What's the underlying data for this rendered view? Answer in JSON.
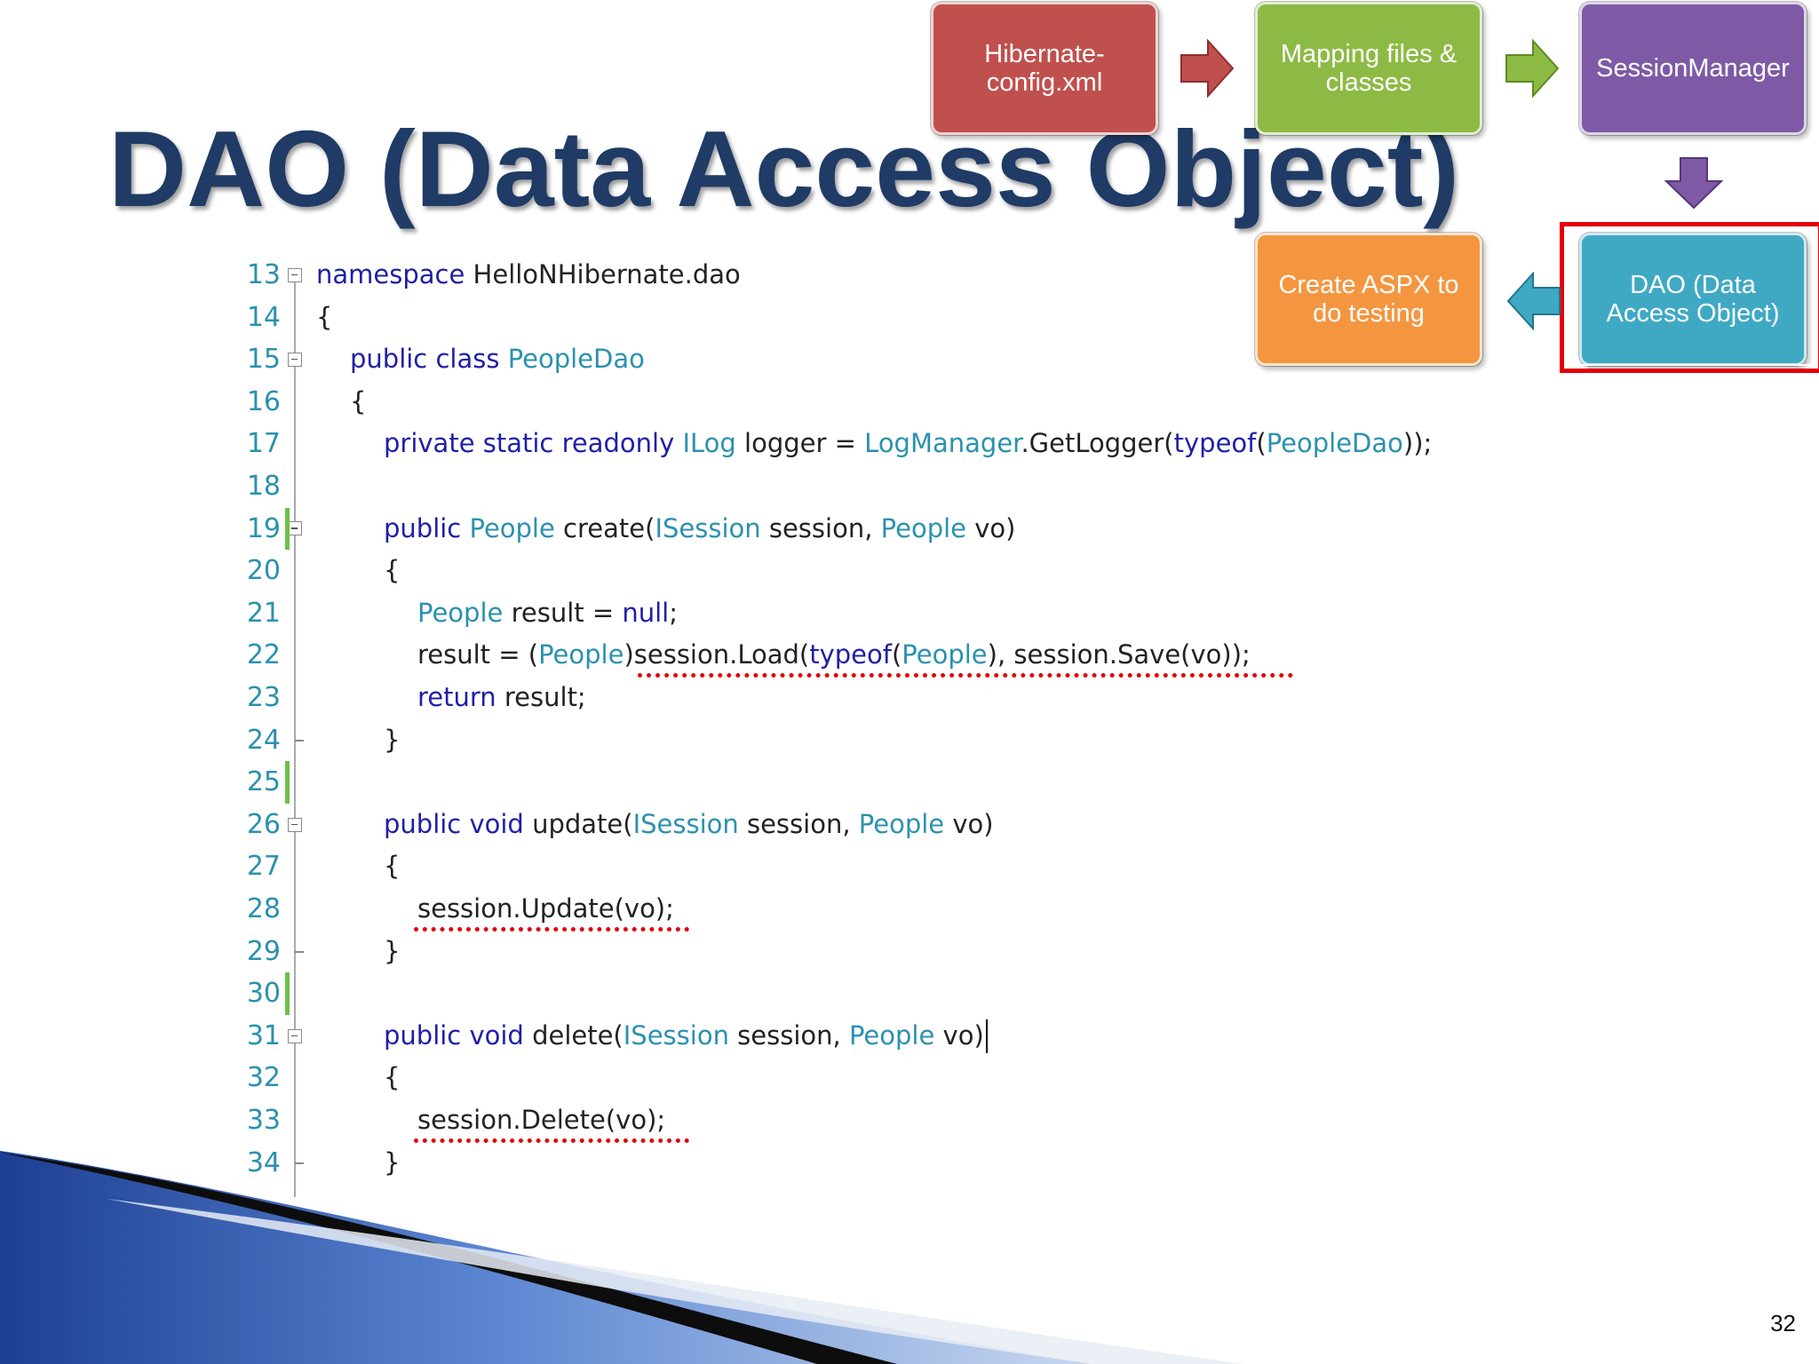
{
  "slide": {
    "title": "DAO (Data Access Object)",
    "page_number": "32"
  },
  "flow": {
    "boxes": [
      {
        "id": "hibernate",
        "label": "Hibernate-\nconfig.xml",
        "color": "#c0504d"
      },
      {
        "id": "mapping",
        "label": "Mapping files &\nclasses",
        "color": "#8dba45"
      },
      {
        "id": "session",
        "label": "SessionManager",
        "color": "#7e5aa6"
      },
      {
        "id": "dao",
        "label": "DAO (Data\nAccess Object)",
        "color": "#3fa9c4"
      },
      {
        "id": "aspx",
        "label": "Create ASPX to\ndo testing",
        "color": "#f49640"
      }
    ],
    "highlight_color": "#e3000b",
    "current_step": "dao"
  },
  "code": {
    "lines": [
      {
        "n": "13",
        "tokens": [
          [
            "kw",
            "namespace "
          ],
          [
            "pl",
            "HelloNHibernate.dao"
          ]
        ]
      },
      {
        "n": "14",
        "tokens": [
          [
            "pl",
            "{"
          ]
        ]
      },
      {
        "n": "15",
        "tokens": [
          [
            "kw",
            "public class "
          ],
          [
            "ty",
            "PeopleDao"
          ]
        ]
      },
      {
        "n": "16",
        "tokens": [
          [
            "pl",
            "{"
          ]
        ]
      },
      {
        "n": "17",
        "tokens": [
          [
            "kw",
            "private static readonly "
          ],
          [
            "ty",
            "ILog"
          ],
          [
            "pl",
            " logger = "
          ],
          [
            "ty",
            "LogManager"
          ],
          [
            "pl",
            ".GetLogger("
          ],
          [
            "kw",
            "typeof"
          ],
          [
            "pl",
            "("
          ],
          [
            "ty",
            "PeopleDao"
          ],
          [
            "pl",
            "));"
          ]
        ]
      },
      {
        "n": "18",
        "tokens": []
      },
      {
        "n": "19",
        "tokens": [
          [
            "kw",
            "public "
          ],
          [
            "ty",
            "People"
          ],
          [
            "pl",
            " create("
          ],
          [
            "ty",
            "ISession"
          ],
          [
            "pl",
            " session, "
          ],
          [
            "ty",
            "People"
          ],
          [
            "pl",
            " vo)"
          ]
        ]
      },
      {
        "n": "20",
        "tokens": [
          [
            "pl",
            "{"
          ]
        ]
      },
      {
        "n": "21",
        "tokens": [
          [
            "ty",
            "People"
          ],
          [
            "pl",
            " result = "
          ],
          [
            "kw",
            "null"
          ],
          [
            "pl",
            ";"
          ]
        ]
      },
      {
        "n": "22",
        "tokens": [
          [
            "pl",
            "result = ("
          ],
          [
            "ty",
            "People"
          ],
          [
            "pl",
            ")session.Load("
          ],
          [
            "kw",
            "typeof"
          ],
          [
            "pl",
            "("
          ],
          [
            "ty",
            "People"
          ],
          [
            "pl",
            "), session.Save(vo));"
          ]
        ]
      },
      {
        "n": "23",
        "tokens": [
          [
            "kw",
            "return "
          ],
          [
            "pl",
            "result;"
          ]
        ]
      },
      {
        "n": "24",
        "tokens": [
          [
            "pl",
            "}"
          ]
        ]
      },
      {
        "n": "25",
        "tokens": []
      },
      {
        "n": "26",
        "tokens": [
          [
            "kw",
            "public void "
          ],
          [
            "pl",
            "update("
          ],
          [
            "ty",
            "ISession"
          ],
          [
            "pl",
            " session, "
          ],
          [
            "ty",
            "People"
          ],
          [
            "pl",
            " vo)"
          ]
        ]
      },
      {
        "n": "27",
        "tokens": [
          [
            "pl",
            "{"
          ]
        ]
      },
      {
        "n": "28",
        "tokens": [
          [
            "pl",
            "session.Update(vo);"
          ]
        ]
      },
      {
        "n": "29",
        "tokens": [
          [
            "pl",
            "}"
          ]
        ]
      },
      {
        "n": "30",
        "tokens": []
      },
      {
        "n": "31",
        "tokens": [
          [
            "kw",
            "public void "
          ],
          [
            "pl",
            "delete("
          ],
          [
            "ty",
            "ISession"
          ],
          [
            "pl",
            " session, "
          ],
          [
            "ty",
            "People"
          ],
          [
            "pl",
            " vo)"
          ]
        ]
      },
      {
        "n": "32",
        "tokens": [
          [
            "pl",
            "{"
          ]
        ]
      },
      {
        "n": "33",
        "tokens": [
          [
            "pl",
            "session.Delete(vo);"
          ]
        ]
      },
      {
        "n": "34",
        "tokens": [
          [
            "pl",
            "}"
          ]
        ]
      }
    ],
    "colors": {
      "keyword": "#1f1fa6",
      "type": "#2b91af",
      "line_number": "#2b91af",
      "change_bar": "#6cc04a",
      "underline": "#e3000b"
    }
  }
}
